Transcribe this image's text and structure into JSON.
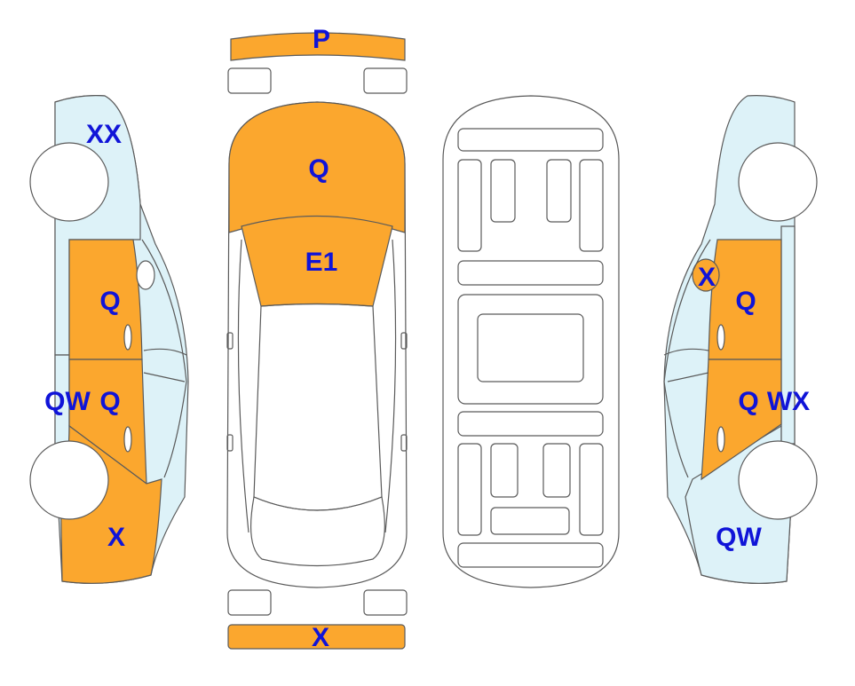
{
  "colors": {
    "damaged": "#FBA72E",
    "secondary": "#DDF2F8",
    "outline": "#5a5a5a",
    "label": "#1014D8"
  },
  "labels": {
    "front_bumper": "P",
    "hood": "Q",
    "windshield": "E1",
    "rear_bumper": "X",
    "left_rear_quarter": "XX",
    "left_front_door": "Q",
    "left_rear_door": "Q",
    "left_sill": "QW",
    "left_front_fender": "X",
    "right_mirror": "X",
    "right_front_door": "Q",
    "right_rear_door": "Q",
    "right_sill": "WX",
    "right_rear_quarter": "QW"
  }
}
